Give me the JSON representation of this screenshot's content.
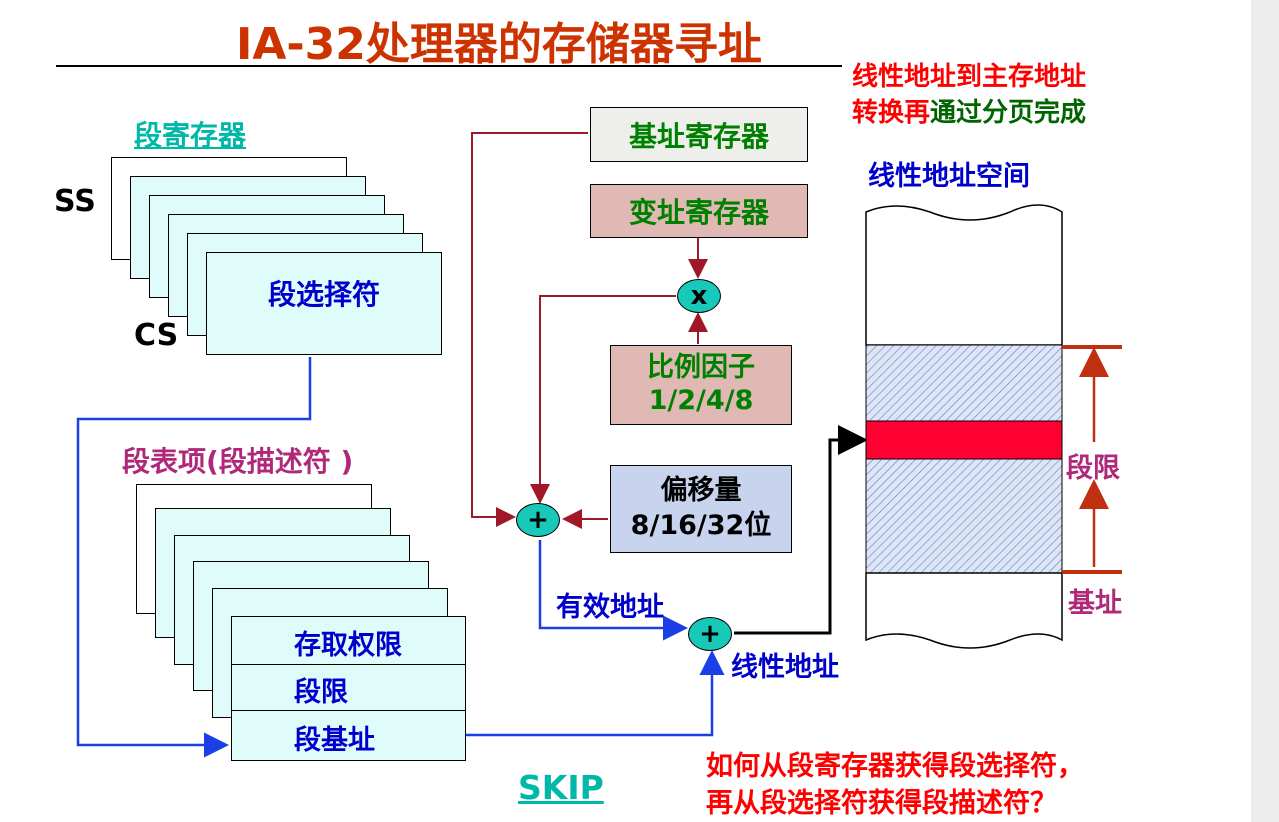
{
  "title": "IA-32处理器的存储器寻址",
  "note_top": {
    "line1": "线性地址到主存地址",
    "line2_red": "转换再",
    "line2_green": "通过分页完成"
  },
  "seg_reg": {
    "heading": "段寄存器",
    "ss": "SS",
    "cs": "CS",
    "selector": "段选择符"
  },
  "descriptor": {
    "heading": "段表项(段描述符 )",
    "rows": [
      "存取权限",
      "段限",
      "段基址"
    ]
  },
  "base_register": "基址寄存器",
  "index_register": "变址寄存器",
  "multiply": "x",
  "scale": {
    "line1": "比例因子",
    "line2": "1/2/4/8"
  },
  "offset": {
    "line1": "偏移量",
    "line2": "8/16/32位"
  },
  "plus": "+",
  "effective_address": "有效地址",
  "linear_address": "线性地址",
  "linear_space": "线性地址空间",
  "seg_limit": "段限",
  "seg_base": "基址",
  "skip": "SKIP",
  "question": {
    "line1": "如何从段寄存器获得段选择符，",
    "line2": "再从段选择符获得段描述符？"
  },
  "colors": {
    "title": "#cc3300",
    "red": "#ff0000",
    "green": "#008000",
    "blue": "#0000cc",
    "teal": "#00b8a8",
    "purple": "#b0287a",
    "dark_green": "#006400",
    "arrow_red": "#a01828",
    "arrow_blue": "#1a3fe6",
    "limit_red": "#c03010"
  }
}
